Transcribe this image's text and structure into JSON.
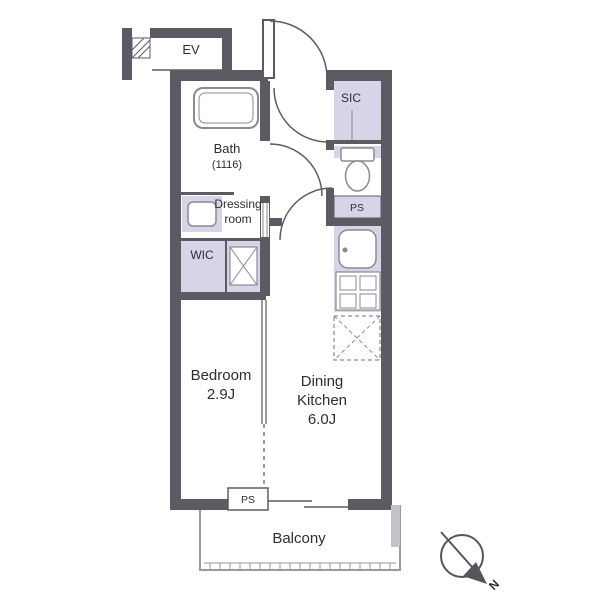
{
  "plan": {
    "ev": "EV",
    "sic": "SIC",
    "bath": {
      "name": "Bath",
      "dim": "(1116)"
    },
    "dressing": {
      "line1": "Dressing",
      "line2": "room"
    },
    "wic": "WIC",
    "ps_upper": "PS",
    "ps_lower": "PS",
    "bedroom": {
      "name": "Bedroom",
      "area": "2.9J"
    },
    "dk": {
      "line1": "Dining",
      "line2": "Kitchen",
      "area": "6.0J"
    },
    "balcony": "Balcony",
    "compass_n": "N"
  },
  "colors": {
    "wall": "#5b5b64",
    "accent_purple": "#d8d4e8",
    "fixture_line": "#8a8a92",
    "balcony_line": "#9a9aa1",
    "text": "#2e2e2e"
  }
}
